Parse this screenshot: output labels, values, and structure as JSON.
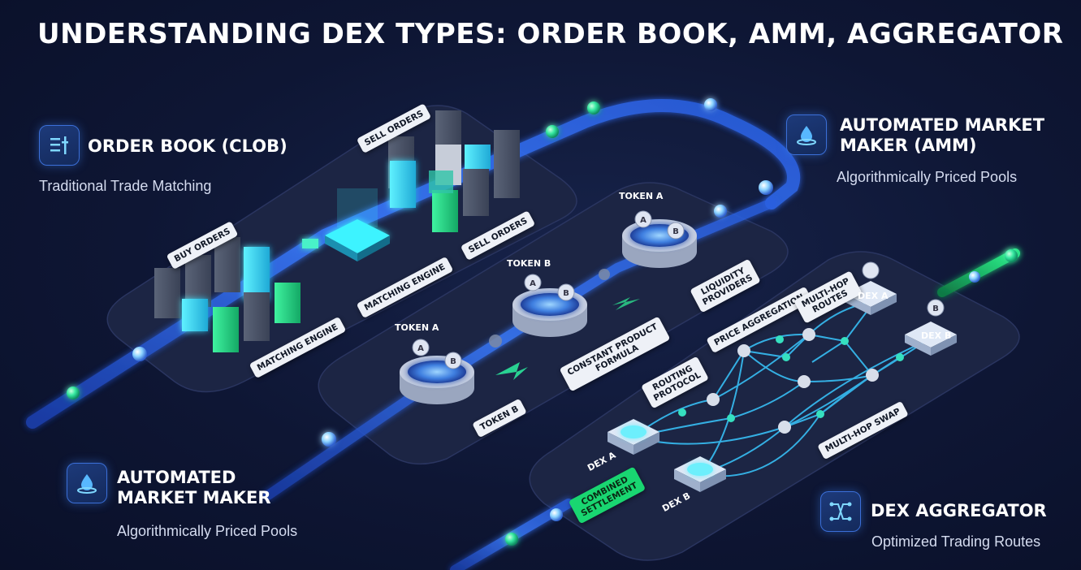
{
  "title": "UNDERSTANDING DEX TYPES: ORDER BOOK, AMM, AGGREGATOR",
  "sections": {
    "order_book": {
      "title": "ORDER BOOK (CLOB)",
      "subtitle": "Traditional Trade Matching",
      "icon": "order-book-icon"
    },
    "amm_top": {
      "title_line1": "AUTOMATED MARKET",
      "title_line2": "MAKER (AMM)",
      "subtitle": "Algorithmically Priced Pools",
      "icon": "liquidity-drop-icon"
    },
    "amm_bottom": {
      "title_line1": "AUTOMATED",
      "title_line2": "MARKET MAKER",
      "subtitle": "Algorithmically Priced Pools",
      "icon": "liquidity-drop-icon"
    },
    "aggregator": {
      "title": "DEX AGGREGATOR",
      "subtitle": "Optimized Trading Routes",
      "icon": "routes-icon"
    }
  },
  "labels": {
    "sell_orders_1": "SELL ORDERS",
    "sell_orders_2": "SELL ORDERS",
    "buy_orders": "BUY ORDERS",
    "matching_engine_1": "MATCHING ENGINE",
    "matching_engine_2": "MATCHING ENGINE",
    "token_a_top": "TOKEN A",
    "token_b_mid": "TOKEN B",
    "token_a_low": "TOKEN A",
    "token_b_tag": "TOKEN B",
    "liquidity_providers_1": "LIQUIDITY",
    "liquidity_providers_2": "PROVIDERS",
    "constant_product_1": "CONSTANT PRODUCT",
    "constant_product_2": "FORMULA",
    "price_aggregation": "PRICE AGGREGATION",
    "multi_hop_routes_1": "MULTI-HOP",
    "multi_hop_routes_2": "ROUTES",
    "routing_protocol_1": "ROUTING",
    "routing_protocol_2": "PROTOCOL",
    "multi_hop_swap": "MULTI-HOP SWAP",
    "dex_a_top": "DEX A",
    "dex_b_top": "DEX B",
    "dex_a_low": "DEX A",
    "dex_b_low": "DEX B",
    "combined_settlement_1": "COMBINED",
    "combined_settlement_2": "SETTLEMENT",
    "coin_a": "A",
    "coin_b": "B"
  },
  "colors": {
    "background": "#0e1634",
    "platform": "#1b2340",
    "pipe": "#2f6bff",
    "accent_cyan": "#36e0f0",
    "accent_green": "#1ed672",
    "tag_bg": "#eef1f7"
  }
}
